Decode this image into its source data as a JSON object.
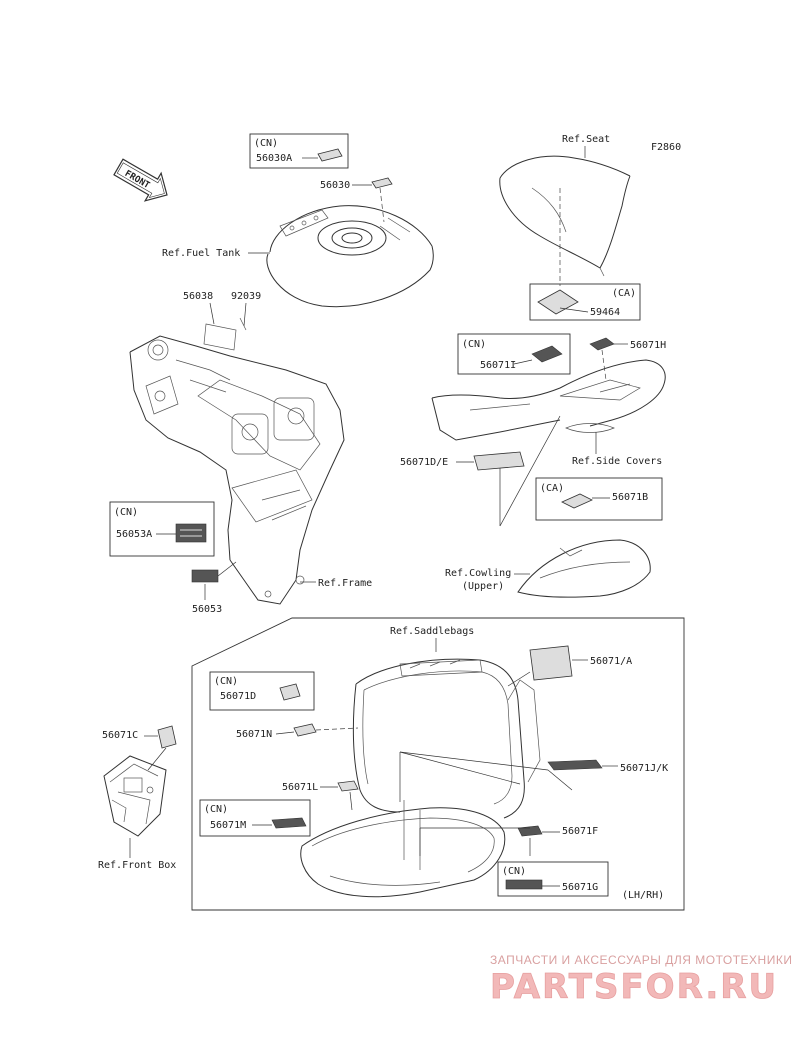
{
  "figure_code": "F2860",
  "front_arrow": "FRONT",
  "refs": {
    "seat": "Ref.Seat",
    "fuel_tank": "Ref.Fuel Tank",
    "side_covers": "Ref.Side Covers",
    "frame": "Ref.Frame",
    "cowling_line1": "Ref.Cowling",
    "cowling_line2": "(Upper)",
    "saddlebags": "Ref.Saddlebags",
    "front_box": "Ref.Front Box"
  },
  "region_tags": {
    "cn": "(CN)",
    "ca": "(CA)",
    "lhrh": "(LH/RH)"
  },
  "parts": {
    "p56030A": "56030A",
    "p56030": "56030",
    "p59464": "59464",
    "p56038": "56038",
    "p92039": "92039",
    "p56071I": "56071I",
    "p56071H": "56071H",
    "p56071DE": "56071D/E",
    "p56071B": "56071B",
    "p56053A": "56053A",
    "p56053": "56053",
    "p56071A": "56071/A",
    "p56071D": "56071D",
    "p56071N": "56071N",
    "p56071JK": "56071J/K",
    "p56071L": "56071L",
    "p56071M": "56071M",
    "p56071F": "56071F",
    "p56071G": "56071G",
    "p56071C": "56071C"
  },
  "watermark": {
    "tagline": "ЗАПЧАСТИ И АКСЕССУАРЫ ДЛЯ МОТОТЕХНИКИ",
    "brand": "PARTSFOR.RU"
  },
  "colors": {
    "line": "#333333",
    "watermark": "#f2b8b8"
  }
}
